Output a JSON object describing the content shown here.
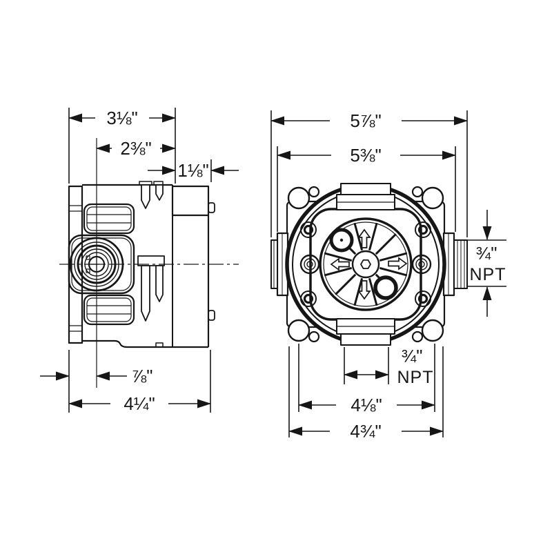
{
  "colors": {
    "background": "#ffffff",
    "line": "#161616"
  },
  "side_view": {
    "dims": {
      "front": "3⅛\"",
      "mid": "2⅜\"",
      "back": "1⅛\"",
      "offset": "⅞\"",
      "overall": "4¼\""
    }
  },
  "front_view": {
    "dims": {
      "overall": "5⅞\"",
      "flange": "5⅜\"",
      "side_port": "¾\"",
      "side_port_thread": "NPT",
      "bottom_port": "¾\"",
      "bottom_port_thread": "NPT",
      "spacing": "4⅛\"",
      "base": "4¾\""
    }
  }
}
